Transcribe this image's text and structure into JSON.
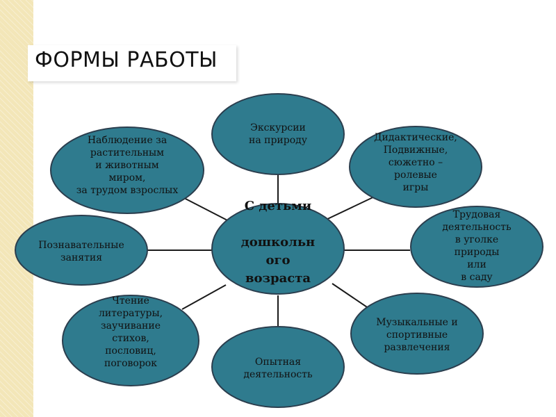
{
  "title": "ФОРМЫ РАБОТЫ",
  "colors": {
    "ellipse_fill": "#2f7b8e",
    "ellipse_stroke": "#2b3e4e",
    "connector": "#1a1a1a",
    "side_band": "#f3e6b8"
  },
  "center": {
    "label": "С детьми\n\nдошкольн\nого\nвозраста"
  },
  "nodes": [
    {
      "id": "excursions",
      "label": "Экскурсии\nна природу"
    },
    {
      "id": "didactic",
      "label": "Дидактические,\nПодвижные,\nсюжетно –\nролевые\nигры"
    },
    {
      "id": "labor",
      "label": "Трудовая\nдеятельность\nв уголке\nприроды\nили\nв саду"
    },
    {
      "id": "music",
      "label": "Музыкальные и\nспортивные\nразвлечения"
    },
    {
      "id": "experimental",
      "label": "Опытная\nдеятельность"
    },
    {
      "id": "reading",
      "label": "Чтение\nлитературы,\nзаучивание\nстихов,\nпословиц,\nпоговорок"
    },
    {
      "id": "cognitive",
      "label": "Познавательные\nзанятия"
    },
    {
      "id": "observation",
      "label": "Наблюдение за\nрастительным\nи животным\nмиром,\nза трудом взрослых"
    }
  ]
}
